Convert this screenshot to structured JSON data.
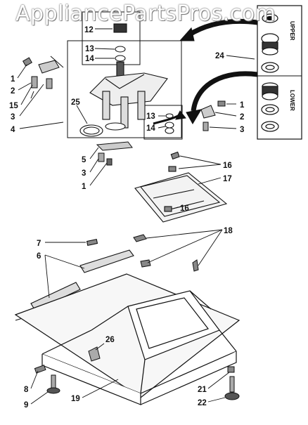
{
  "watermark": "AppliancePartsPros.com",
  "labels": {
    "l1a": "1",
    "l2a": "2",
    "l15": "15",
    "l3a": "3",
    "l4": "4",
    "l12": "12",
    "l13a": "13",
    "l14a": "14",
    "l25": "25",
    "l13b": "13",
    "l14b": "14",
    "l24": "24",
    "l1b": "1",
    "l2b": "2",
    "l3b": "3",
    "l5": "5",
    "l3c": "3",
    "l1c": "1",
    "l16a": "16",
    "l17": "17",
    "l16b": "16",
    "l7": "7",
    "l6": "6",
    "l18": "18",
    "l26": "26",
    "l8": "8",
    "l9": "9",
    "l19": "19",
    "l21": "21",
    "l22": "22"
  },
  "side_labels": {
    "upper": "UPPER",
    "lower": "LOWER"
  }
}
